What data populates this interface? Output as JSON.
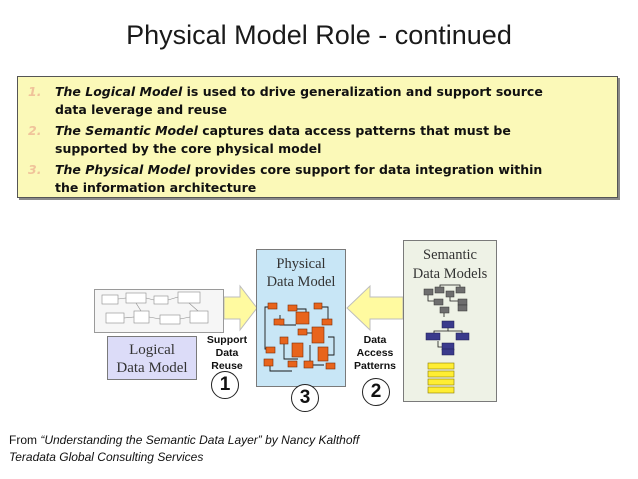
{
  "title": "Physical Model Role - continued",
  "bullets": [
    {
      "num": "1.",
      "emph": "The Logical Model",
      "rest": " is used to drive generalization and support source",
      "cont": "data leverage and reuse"
    },
    {
      "num": "2.",
      "emph": "The Semantic Model",
      "rest": " captures data access patterns that must be",
      "cont": "supported by the core physical model"
    },
    {
      "num": "3.",
      "emph": "The Physical Model",
      "rest": " provides core support for data integration within",
      "cont": "the information architecture"
    }
  ],
  "diagram": {
    "logical_label": [
      "Logical",
      "Data Model"
    ],
    "physical_label": [
      "Physical",
      "Data Model"
    ],
    "semantic_label": [
      "Semantic",
      "Data Models"
    ],
    "support_label": [
      "Support",
      "Data",
      "Reuse"
    ],
    "access_label": [
      "Data",
      "Access",
      "Patterns"
    ],
    "num_1": "1",
    "num_2": "2",
    "num_3": "3"
  },
  "attribution": {
    "prefix": "From ",
    "quote": "“Understanding the Semantic Data Layer” by Nancy Kalthoff",
    "line2": "Teradata Global Consulting Services"
  },
  "colors": {
    "bullet_box": "#fbf9b8",
    "physical_box": "#c8e6f6",
    "logical_label_box": "#dcdcf8",
    "semantic_box": "#eef2e6",
    "arrow": "#fffaa0",
    "entity_orange": "#e8641c",
    "entity_navy": "#3a3a8c",
    "entity_gray": "#6e6e6e",
    "entity_yellow": "#ffee33"
  }
}
